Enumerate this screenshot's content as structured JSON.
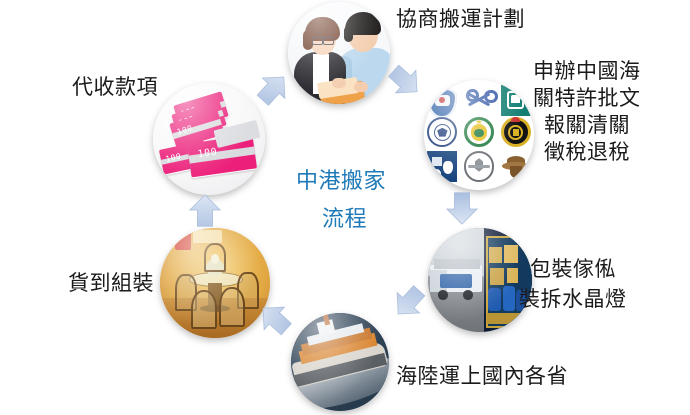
{
  "diagram": {
    "title_center": "中港搬家",
    "title_center_line2": "流程",
    "center_color": "#1f7ab8",
    "arrow_color": "#c3d3ea",
    "background": "#ffffff"
  },
  "labels": {
    "collect_payment": "代收款項",
    "negotiate_plan": "協商搬運計劃",
    "customs_line1": "申辦中國海",
    "customs_line2": "關特許批文",
    "customs_line3": "報關清關",
    "customs_line4": "徵稅退稅",
    "packing_line1": "包裝傢俬",
    "packing_line2": "裝拆水晶燈",
    "shipping": "海陸運上國內各省",
    "assembly": "貨到組裝"
  },
  "nodes": [
    {
      "id": "money",
      "icon": "banknote-stacks-photo",
      "label": "代收款項"
    },
    {
      "id": "people",
      "icon": "consulting-couple-photo",
      "label": "協商搬運計劃"
    },
    {
      "id": "badges",
      "icon": "customs-agency-emblems",
      "label": "申辦中國海關特許批文報關清關徵稅退稅"
    },
    {
      "id": "truck",
      "icon": "loaded-container-truck-photo",
      "label": "包裝傢俬裝拆水晶燈"
    },
    {
      "id": "ship",
      "icon": "container-ship-photo",
      "label": "海陸運上國內各省"
    },
    {
      "id": "room",
      "icon": "dining-room-furniture-photo",
      "label": "貨到組裝"
    }
  ],
  "arrows": [
    {
      "id": "money-to-people",
      "direction": "up-right"
    },
    {
      "id": "people-to-badges",
      "direction": "down-right"
    },
    {
      "id": "badges-to-truck",
      "direction": "down"
    },
    {
      "id": "truck-to-ship",
      "direction": "down-left"
    },
    {
      "id": "ship-to-room",
      "direction": "up-left"
    },
    {
      "id": "room-to-money",
      "direction": "up"
    }
  ],
  "money_art": {
    "denominations": [
      "100",
      "100",
      "100",
      "100"
    ],
    "note_color": "#ec1f7a"
  }
}
